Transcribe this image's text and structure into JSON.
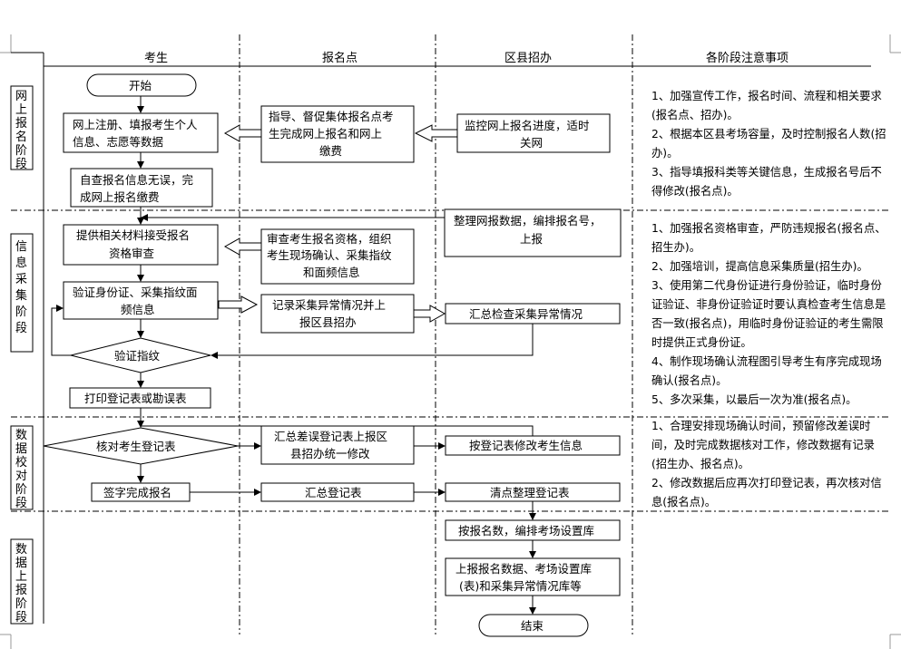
{
  "headers": {
    "col1": "考生",
    "col2": "报名点",
    "col3": "区县招办",
    "col4": "各阶段注意事项"
  },
  "stages": {
    "s1": [
      "网",
      "上",
      "报",
      "名",
      "阶",
      "段"
    ],
    "s2": [
      "信",
      "息",
      "采",
      "集",
      "阶",
      "段"
    ],
    "s3": [
      "数",
      "据",
      "校",
      "对",
      "阶",
      "段"
    ],
    "s4": [
      "数",
      "据",
      "上",
      "报",
      "阶",
      "段"
    ]
  },
  "nodes": {
    "start": "开始",
    "n1": [
      "网上注册、填报考生个人",
      "信息、志愿等数据"
    ],
    "n2": [
      "自查报名信息无误，完",
      "成网上报名缴费"
    ],
    "n3": [
      "指导、督促集体报名点考",
      "生完成网上报名和网上",
      "缴费"
    ],
    "n4": [
      "监控网上报名进度，适时",
      "关网"
    ],
    "n5": [
      "整理网报数据，编排报名号，",
      "上报"
    ],
    "n6": [
      "提供相关材料接受报名",
      "资格审查"
    ],
    "n7": [
      "审查考生报名资格，组织",
      "考生现场确认、采集指纹",
      "和面频信息"
    ],
    "n8": [
      "验证身份证、采集指纹面",
      "频信息"
    ],
    "n9": [
      "记录采集异常情况并上",
      "报区县招办"
    ],
    "n10": "汇总检查采集异常情况",
    "n11": "验证指纹",
    "n12": "打印登记表或勘误表",
    "n13": "核对考生登记表",
    "n14": [
      "汇总差误登记表上报区",
      "县招办统一修改"
    ],
    "n15": "按登记表修改考生信息",
    "n16": "签字完成报名",
    "n17": "汇总登记表",
    "n18": "清点整理登记表",
    "n19": "按报名数，编排考场设置库",
    "n20": [
      "上报报名数据、考场设置库",
      "(表)和采集异常情况库等"
    ],
    "end": "结束"
  },
  "notes": {
    "s1": [
      "1、加强宣传工作，报名时间、流程和相关要求(报名点、招办)。",
      "2、根据本区县考场容量，及时控制报名人数(招办)。",
      "3、指导填报科类等关键信息，生成报名号后不得修改(报名点)。"
    ],
    "s2": [
      "1、加强报名资格审查，严防违规报名(报名点、招生办)。",
      "2、加强培训，提高信息采集质量(招生办)。",
      "3、使用第二代身份证进行身份验证，临时身份证验证、非身份证验证时要认真检查考生信息是否一致(报名点)，用临时身份证验证的考生需限时提供正式身份证。",
      "4、制作现场确认流程图引导考生有序完成现场确认(报名点)。",
      "5、多次采集，以最后一次为准(报名点)。"
    ],
    "s3": [
      "1、合理安排现场确认时间，预留修改差误时间，及时完成数据核对工作，修改数据有记录(招生办、报名点)。",
      "2、修改数据后应再次打印登记表，再次核对信息(报名点)。"
    ]
  }
}
